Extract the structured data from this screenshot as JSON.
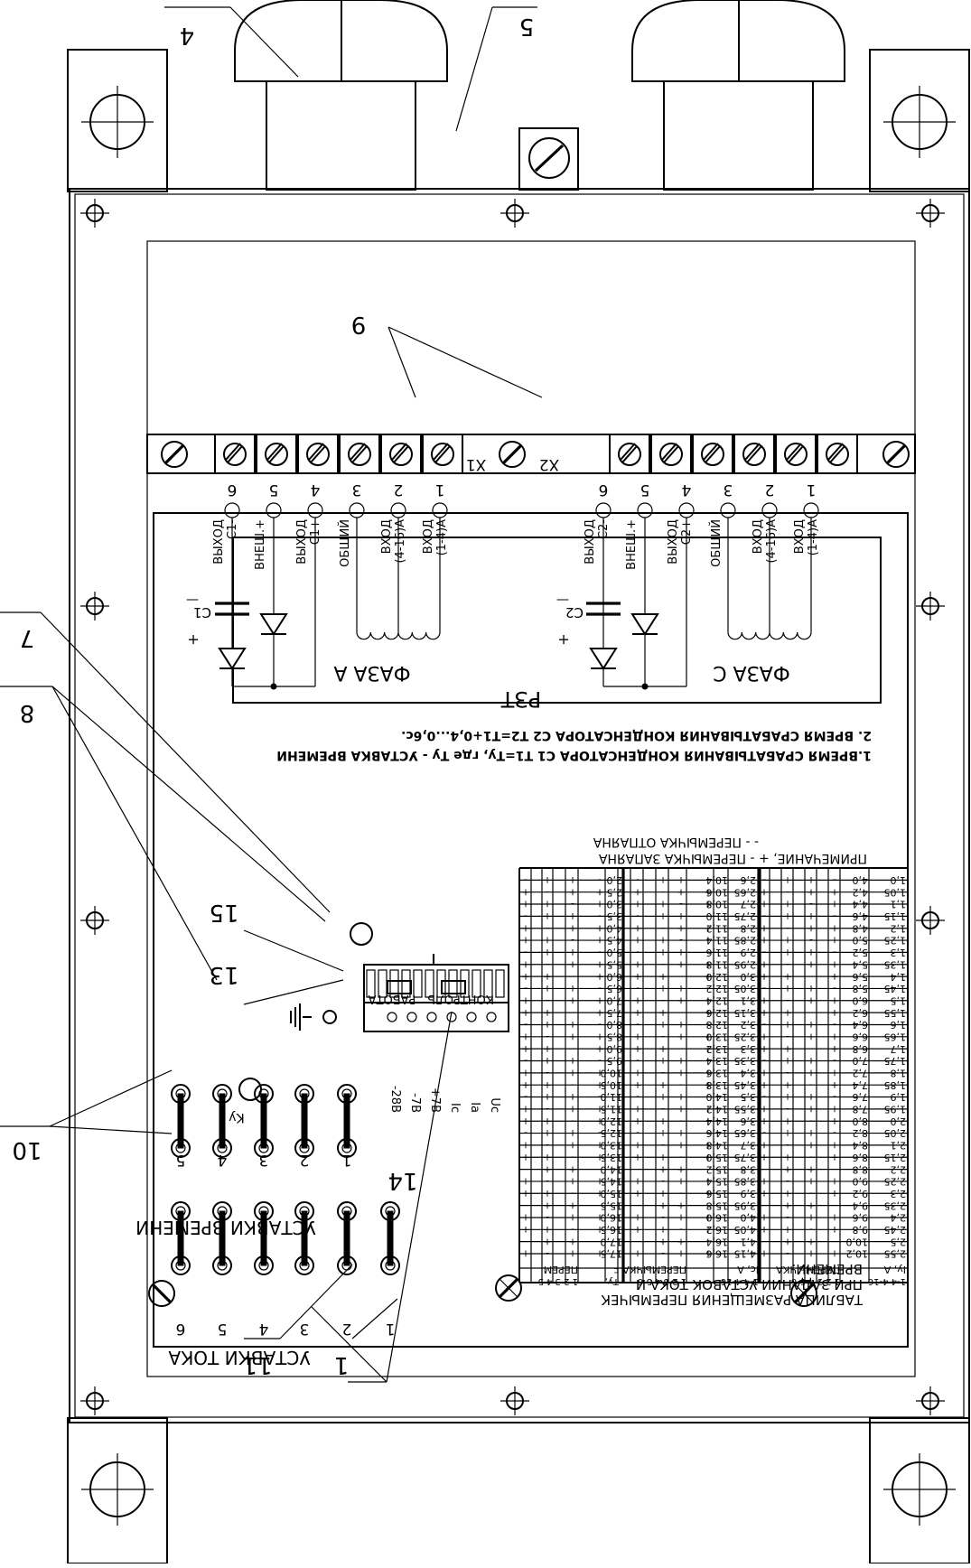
{
  "callouts": {
    "n1": "1",
    "n4": "4",
    "n5": "5",
    "n7": "7",
    "n8": "8",
    "n9": "9",
    "n10": "10",
    "n11": "11",
    "n13": "13",
    "n14": "14",
    "n15": "15"
  },
  "terminals": {
    "x1_label": "X1",
    "x2_label": "X2",
    "numbers": [
      "1",
      "2",
      "3",
      "4",
      "5",
      "6"
    ]
  },
  "signals": {
    "left": [
      "ВХОД\n(1-4)А",
      "ВХОД\n(4-16)А",
      "ОБЩИЙ",
      "ВЫХОД\nC1+",
      "ВНЕШ.+",
      "ВЫХОД\nC1-"
    ],
    "right": [
      "ВХОД\n(1-4)А",
      "ВХОД\n(4-16)А",
      "ОБЩИЙ",
      "ВЫХОД\nC2+",
      "ВНЕШ.+",
      "ВЫХОД\nC2-"
    ]
  },
  "schematic": {
    "phase_a": "ФАЗА А",
    "phase_c": "ФАЗА С",
    "device": "РЗТ",
    "c1": "C1",
    "c2": "C2"
  },
  "notes": {
    "line1": "1.ВРЕМЯ СРАБАТЫВАНИЯ КОНДЕНСАТОРА С1 Т1=Ту, где Ту - УСТАВКА ВРЕМЕНИ",
    "line2": "2. ВРЕМЯ СРАБАТЫВАНИЯ КОНДЕНСАТОРА С2 Т2=Т1+0,4...0,6с.",
    "remark1": "ПРИМЕЧАНИЕ, + - ПЕРЕМЫЧКА ЗАПАЯНА",
    "remark2": "- - ПЕРЕМЫЧКА ОТПАЯНА"
  },
  "table": {
    "title": "ТАБЛИЦА РАЗМЕЩЕНИЯ ПЕРЕМЫЧЕК\nПРИ ЗАДАНИИ УСТАВОК ТОКА И\nВРЕМЕНИ.",
    "hdr_i1": "Iу, А",
    "hdr_i1_sub": "1-4 4-16",
    "hdr_jump1": "ПЕРЕМЫЧКА",
    "hdr_jump1_sub": "1 2 3 4 5 6",
    "hdr_i2": "Iс, А",
    "hdr_i2_sub": "1-4 4-16",
    "hdr_jump2": "ПЕРЕМЫЧКА",
    "hdr_jump2_sub": "1 2 3 4 5 6",
    "hdr_t": "Tу,\nс",
    "hdr_jump3": "ПЕРЕМ.",
    "hdr_jump3_sub": "1 2 3 4 5",
    "rows": [
      [
        "1,0",
        "4,0",
        "2,6",
        "10,4",
        "2,0"
      ],
      [
        "1,05",
        "4,2",
        "2,65",
        "10,6",
        "2,5"
      ],
      [
        "1,1",
        "4,4",
        "2,7",
        "10,8",
        "3,0"
      ],
      [
        "1,15",
        "4,6",
        "2,75",
        "11,0",
        "3,5"
      ],
      [
        "1,2",
        "4,8",
        "2,8",
        "11,2",
        "4,0"
      ],
      [
        "1,25",
        "5,0",
        "2,85",
        "11,4",
        "4,5"
      ],
      [
        "1,3",
        "5,2",
        "2,9",
        "11,6",
        "5,0"
      ],
      [
        "1,35",
        "5,4",
        "2,95",
        "11,8",
        "5,5"
      ],
      [
        "1,4",
        "5,6",
        "3,0",
        "12,0",
        "6,0"
      ],
      [
        "1,45",
        "5,8",
        "3,05",
        "12,2",
        "6,5"
      ],
      [
        "1,5",
        "6,0",
        "3,1",
        "12,4",
        "7,0"
      ],
      [
        "1,55",
        "6,2",
        "3,15",
        "12,6",
        "7,5"
      ],
      [
        "1,6",
        "6,4",
        "3,2",
        "12,8",
        "8,0"
      ],
      [
        "1,65",
        "6,6",
        "3,25",
        "13,0",
        "8,5"
      ],
      [
        "1,7",
        "6,8",
        "3,3",
        "13,2",
        "9,0"
      ],
      [
        "1,75",
        "7,0",
        "3,35",
        "13,4",
        "9,5"
      ],
      [
        "1,8",
        "7,2",
        "3,4",
        "13,6",
        "10,0"
      ],
      [
        "1,85",
        "7,4",
        "3,45",
        "13,8",
        "10,5"
      ],
      [
        "1,9",
        "7,6",
        "3,5",
        "14,0",
        "11,0"
      ],
      [
        "1,95",
        "7,8",
        "3,55",
        "14,2",
        "11,5"
      ],
      [
        "2,0",
        "8,0",
        "3,6",
        "14,4",
        "12,0"
      ],
      [
        "2,05",
        "8,2",
        "3,65",
        "14,6",
        "12,5"
      ],
      [
        "2,1",
        "8,4",
        "3,7",
        "14,8",
        "13,0"
      ],
      [
        "2,15",
        "8,6",
        "3,75",
        "15,0",
        "13,5"
      ],
      [
        "2,2",
        "8,8",
        "3,8",
        "15,2",
        "14,0"
      ],
      [
        "2,25",
        "9,0",
        "3,85",
        "15,4",
        "14,5"
      ],
      [
        "2,3",
        "9,2",
        "3,9",
        "15,6",
        "15,0"
      ],
      [
        "2,35",
        "9,4",
        "3,95",
        "15,8",
        "15,5"
      ],
      [
        "2,4",
        "9,6",
        "4,0",
        "16,0",
        "16,0"
      ],
      [
        "2,45",
        "9,8",
        "4,05",
        "16,2",
        "16,5"
      ],
      [
        "2,5",
        "10,0",
        "4,1",
        "16,4",
        "17,0"
      ],
      [
        "2,55",
        "10,2",
        "4,15",
        "16,6",
        "17,5"
      ]
    ]
  },
  "controls": {
    "kontrol": "КОНТРОЛЬ",
    "rabota": "РАБОТА",
    "pin_labels": [
      "Uc",
      "Ia",
      "Ic",
      "+7В",
      "-7В",
      "-28В"
    ],
    "ku": "Kу",
    "time_title": "УСТАВКИ ВРЕМЕНИ",
    "current_title": "УСТАВКИ ТОКА",
    "time_numbers": [
      "1",
      "2",
      "3",
      "4",
      "5"
    ],
    "current_numbers": [
      "1",
      "2",
      "3",
      "4",
      "5",
      "6"
    ]
  }
}
